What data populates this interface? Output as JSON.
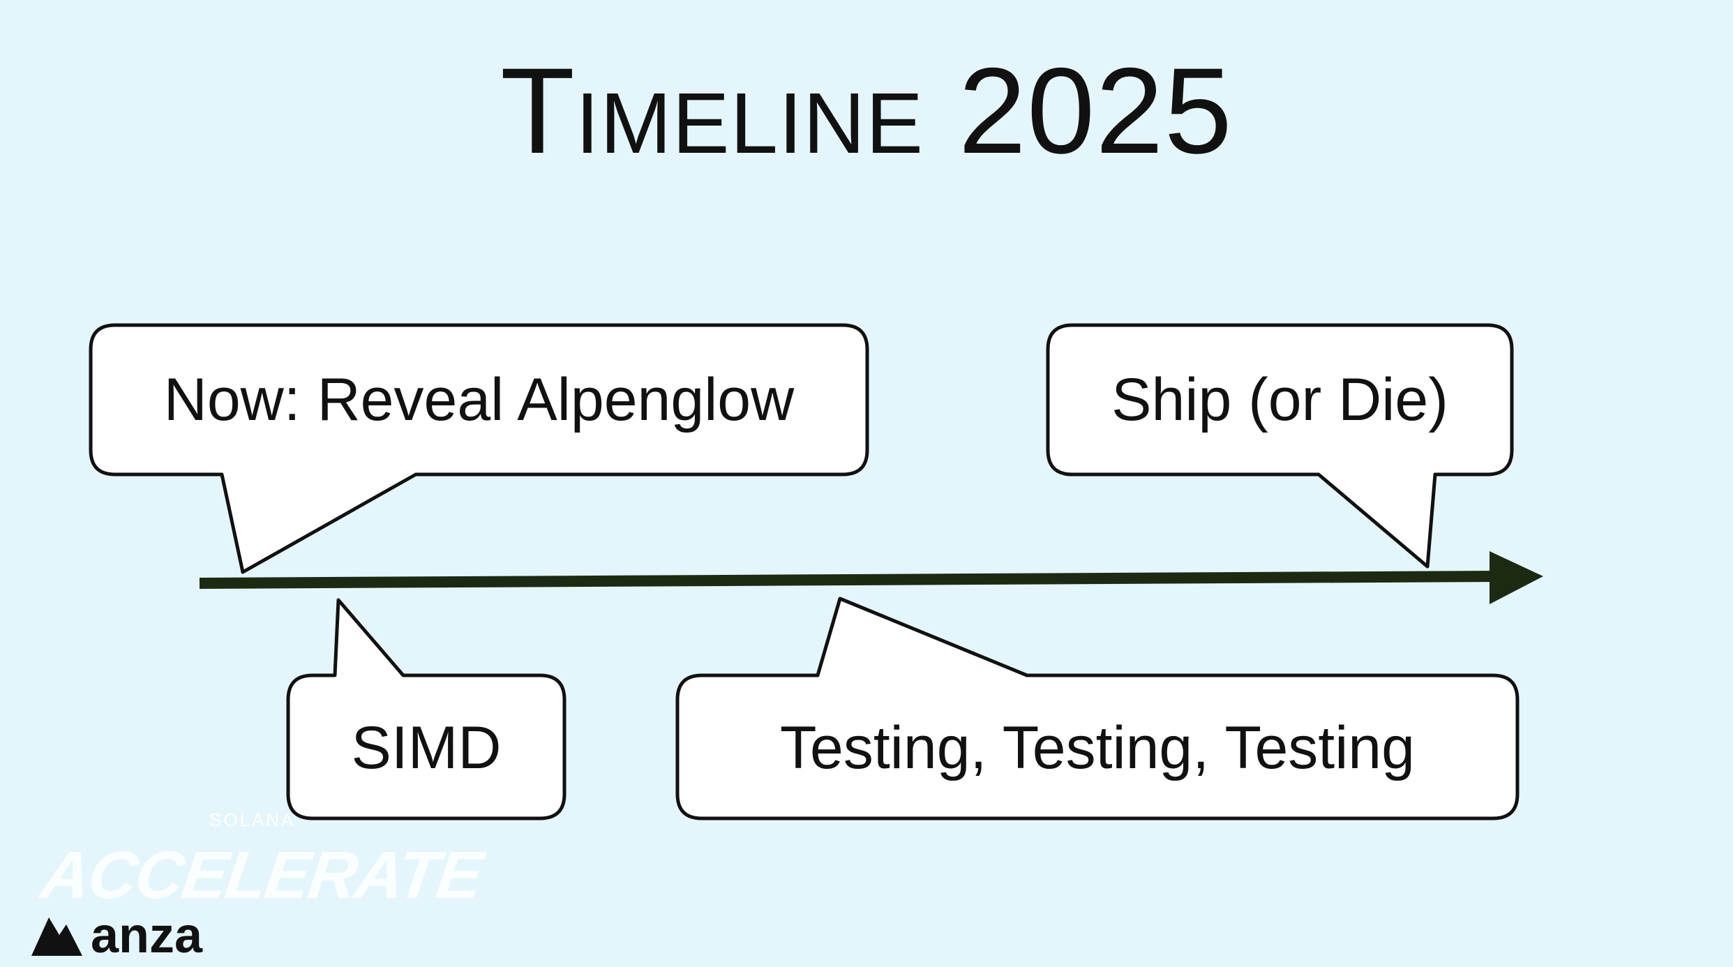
{
  "title": "Timeline 2025",
  "callouts": [
    {
      "id": "now",
      "text": "Now: Reveal Alpenglow",
      "side": "above"
    },
    {
      "id": "ship",
      "text": "Ship (or Die)",
      "side": "above"
    },
    {
      "id": "simd",
      "text": "SIMD",
      "side": "below"
    },
    {
      "id": "testing",
      "text": "Testing, Testing, Testing",
      "side": "below"
    }
  ],
  "watermark": {
    "solana": "SOLANA",
    "accelerate": "ACCELERATE",
    "anza": "anza"
  },
  "colors": {
    "background": "#e4f6fb",
    "arrow": "#1c2a14",
    "box_fill": "#ffffff",
    "box_stroke": "#111111"
  }
}
